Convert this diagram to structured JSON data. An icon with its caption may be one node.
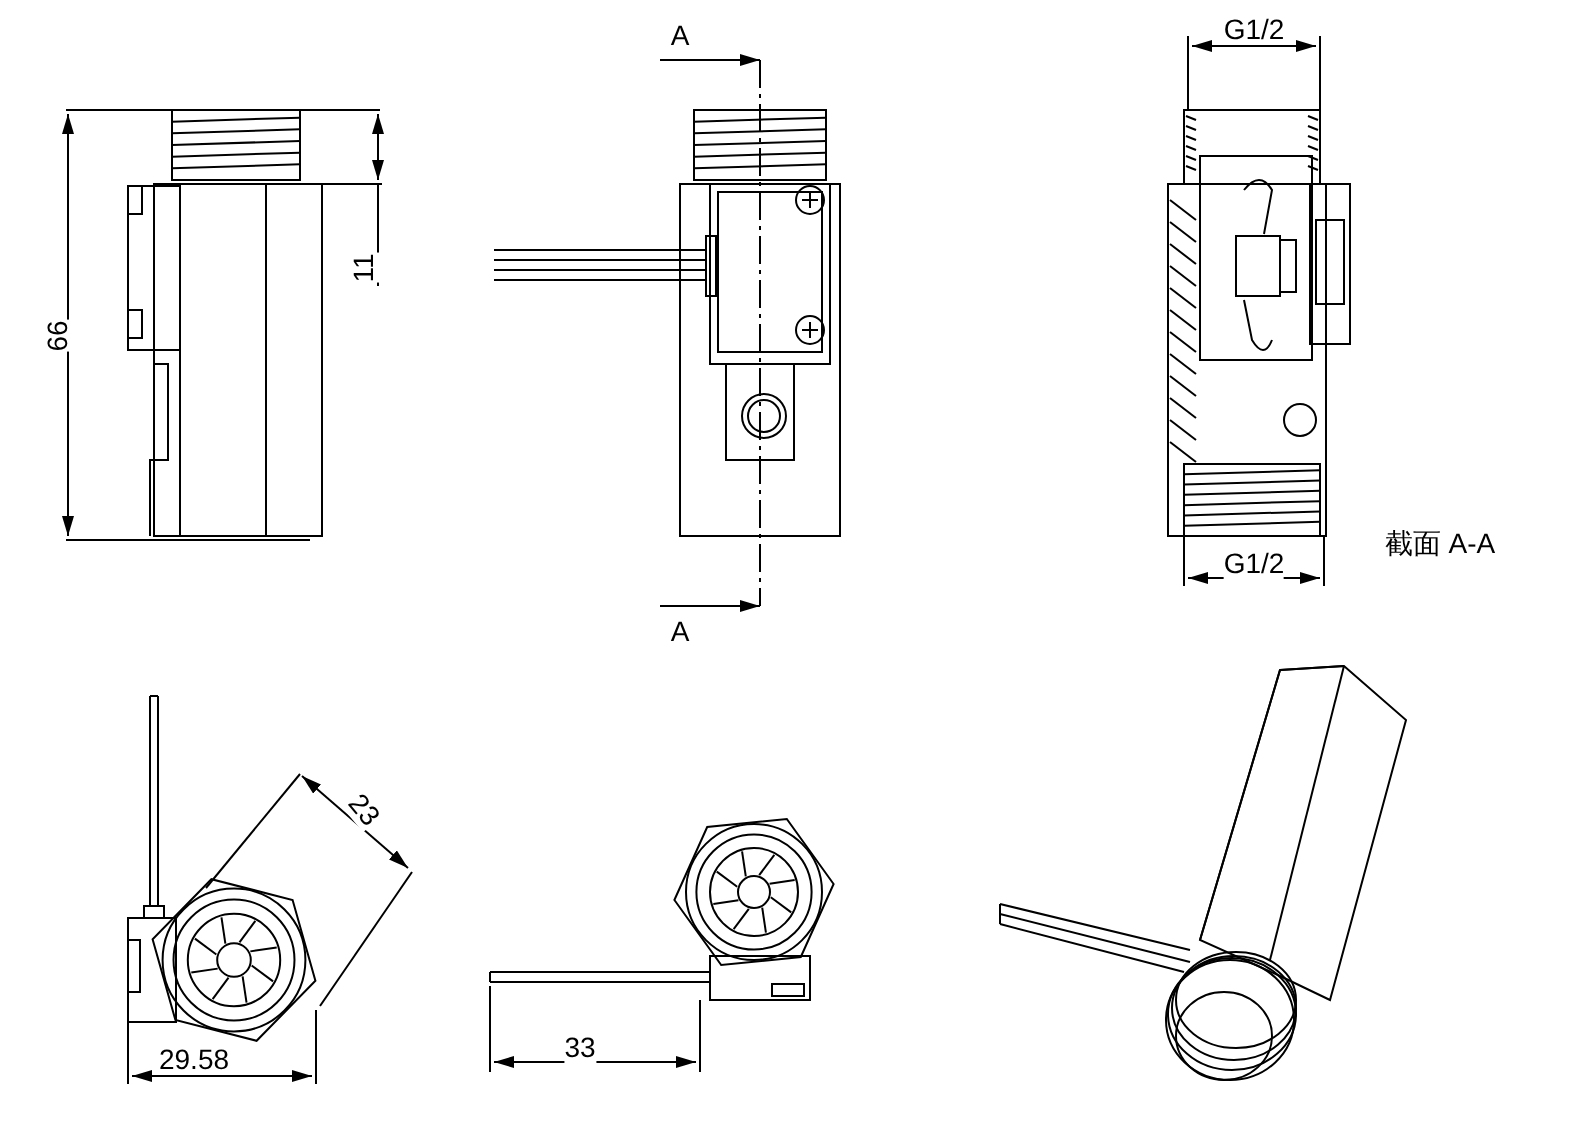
{
  "diagram": {
    "labels": [
      "G1/2",
      "A",
      "66",
      "11",
      "A",
      "G1/2",
      "截面 A-A",
      "23",
      "29.58",
      "33"
    ]
  }
}
